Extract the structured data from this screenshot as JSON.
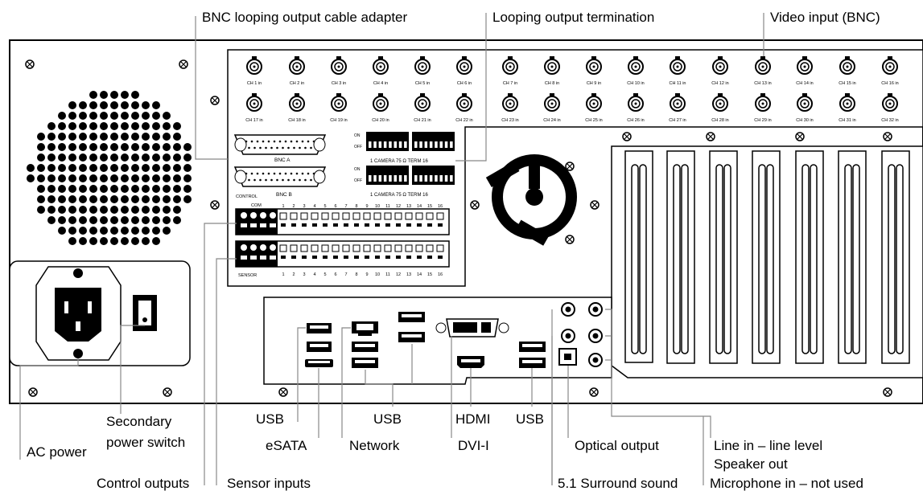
{
  "callouts": {
    "bnc_adapter": "BNC looping output cable adapter",
    "looping_termination": "Looping output termination",
    "video_input": "Video input (BNC)",
    "secondary_power_line1": "Secondary",
    "secondary_power_line2": "power switch",
    "ac_power": "AC power",
    "control_outputs": "Control outputs",
    "sensor_inputs": "Sensor inputs",
    "usb_1": "USB",
    "esata": "eSATA",
    "usb_2": "USB",
    "network": "Network",
    "hdmi": "HDMI",
    "dvi": "DVI-I",
    "usb_3": "USB",
    "optical": "Optical output",
    "surround": "5.1 Surround sound",
    "line_in": "Line in – line level",
    "speaker_out": "Speaker out",
    "mic_in": "Microphone in – not used"
  },
  "video_channels_row1": [
    "CH 1 in",
    "CH 2 in",
    "CH 3 in",
    "CH 4 in",
    "CH 5 in",
    "CH 6 in",
    "CH 7 in",
    "CH 8 in",
    "CH 9 in",
    "CH 10 in",
    "CH 11 in",
    "CH 12 in",
    "CH 13 in",
    "CH 14 in",
    "CH 15 in",
    "CH 16 in"
  ],
  "video_channels_row2": [
    "CH 17 in",
    "CH 18 in",
    "CH 19 in",
    "CH 20 in",
    "CH 21 in",
    "CH 22 in",
    "CH 23 in",
    "CH 24 in",
    "CH 25 in",
    "CH 26 in",
    "CH 27 in",
    "CH 28 in",
    "CH 29 in",
    "CH 30 in",
    "CH 31 in",
    "CH 32 in"
  ],
  "panel_labels": {
    "bnc_a": "BNC A",
    "bnc_b": "BNC B",
    "on": "ON",
    "off": "OFF",
    "dip_legend": "1  CAMERA  75 Ω   TERM  16",
    "control": "CONTROL",
    "com": "COM",
    "sensor": "SENSOR"
  },
  "terminal_numbers": [
    "1",
    "2",
    "3",
    "4",
    "5",
    "6",
    "7",
    "8",
    "9",
    "10",
    "11",
    "12",
    "13",
    "14",
    "15",
    "16"
  ]
}
